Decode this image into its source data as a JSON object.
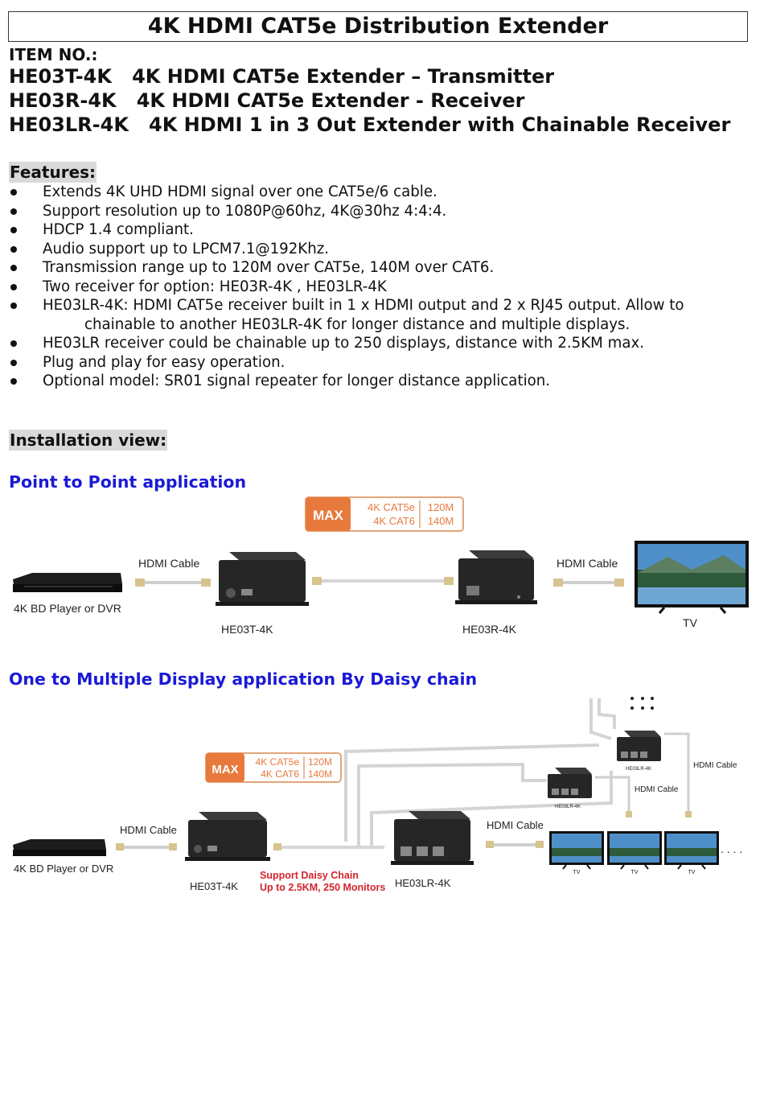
{
  "title": "4K HDMI CAT5e Distribution Extender",
  "item_no_label": "ITEM NO.:",
  "items": [
    {
      "code": "HE03T-4K",
      "desc": "4K HDMI CAT5e Extender – Transmitter"
    },
    {
      "code": "HE03R-4K",
      "desc": "4K HDMI CAT5e Extender - Receiver"
    },
    {
      "code": "HE03LR-4K",
      "desc": "4K HDMI 1 in 3 Out Extender with Chainable Receiver"
    }
  ],
  "features_heading": "Features:",
  "features": [
    {
      "text": "Extends 4K UHD HDMI signal over one CAT5e/6 cable."
    },
    {
      "text": "Support resolution up to 1080P@60hz, 4K@30hz 4:4:4."
    },
    {
      "text": "HDCP 1.4 compliant."
    },
    {
      "text": "Audio support up to LPCM7.1@192Khz."
    },
    {
      "text": "Transmission range up to 120M over CAT5e, 140M over CAT6."
    },
    {
      "text": "Two receiver for option: HE03R-4K , HE03LR-4K"
    },
    {
      "text": "HE03LR-4K: HDMI CAT5e receiver built in 1 x HDMI output and 2 x RJ45 output. Allow to",
      "cont": "chainable to another HE03LR-4K for longer distance and multiple displays."
    },
    {
      "text": "HE03LR receiver could be chainable up to 250 displays, distance with 2.5KM max."
    },
    {
      "text": "Plug and play for easy operation."
    },
    {
      "text": "Optional model: SR01 signal repeater for longer distance application."
    }
  ],
  "installation_heading": "Installation view:",
  "p2p": {
    "heading": "Point to Point application",
    "max_label": "MAX",
    "cable_types": [
      "4K CAT5e",
      "4K CAT6"
    ],
    "distances": [
      "120M",
      "140M"
    ],
    "hdmi_cable_left": "HDMI Cable",
    "hdmi_cable_right": "HDMI Cable",
    "source_label": "4K BD Player or DVR",
    "tx_label": "HE03T-4K",
    "rx_label": "HE03R-4K",
    "tv_label": "TV"
  },
  "daisy": {
    "heading": "One to Multiple Display application By Daisy chain",
    "max_label": "MAX",
    "cable_types": [
      "4K CAT5e",
      "4K CAT6"
    ],
    "distances": [
      "120M",
      "140M"
    ],
    "hdmi_cable_source": "HDMI Cable",
    "hdmi_cable_main": "HDMI Cable",
    "hdmi_cable_mid": "HDMI Cable",
    "hdmi_cable_top": "HDMI Cable",
    "source_label": "4K BD Player or DVR",
    "tx_label": "HE03T-4K",
    "rx_label": "HE03LR-4K",
    "rx_small_label_1": "HE03LR-4K",
    "rx_small_label_2": "HE03LR-4K",
    "support_line1": "Support Daisy Chain",
    "support_line2": "Up to 2.5KM, 250 Monitors",
    "tv_labels": [
      "TV",
      "TV",
      "TV"
    ],
    "ellipsis": ". . . ."
  }
}
